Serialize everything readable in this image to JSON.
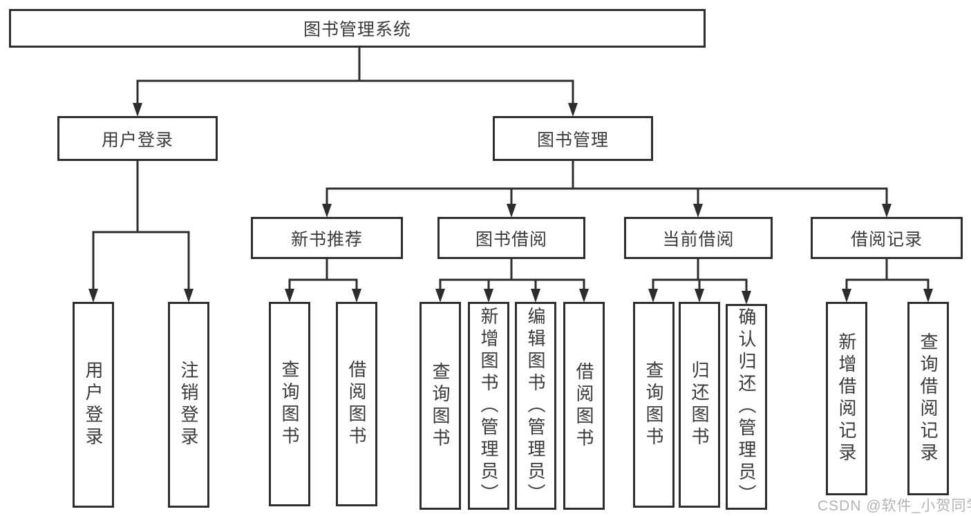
{
  "diagram": {
    "type": "hierarchy-tree",
    "colors": {
      "line": "#2d2d2d",
      "box_border": "#2d2d2d",
      "text": "#3a3a3a",
      "background": "#ffffff",
      "watermark_text_color": "#b3b3b3"
    }
  },
  "tree": {
    "label": "图书管理系统",
    "children": [
      {
        "label": "用户登录",
        "children": [
          {
            "label": "用户登录"
          },
          {
            "label": "注销登录"
          }
        ]
      },
      {
        "label": "图书管理",
        "children": [
          {
            "label": "新书推荐",
            "children": [
              {
                "label": "查询图书"
              },
              {
                "label": "借阅图书"
              }
            ]
          },
          {
            "label": "图书借阅",
            "children": [
              {
                "label": "查询图书"
              },
              {
                "label": "新增图书（管理员）"
              },
              {
                "label": "编辑图书（管理员）"
              },
              {
                "label": "借阅图书"
              }
            ]
          },
          {
            "label": "当前借阅",
            "children": [
              {
                "label": "查询图书"
              },
              {
                "label": "归还图书"
              },
              {
                "label": "确认归还（管理员）"
              }
            ]
          },
          {
            "label": "借阅记录",
            "children": [
              {
                "label": "新增借阅记录"
              },
              {
                "label": "查询借阅记录"
              }
            ]
          }
        ]
      }
    ]
  },
  "watermark": {
    "text": "CSDN @软件_小贺同学"
  }
}
